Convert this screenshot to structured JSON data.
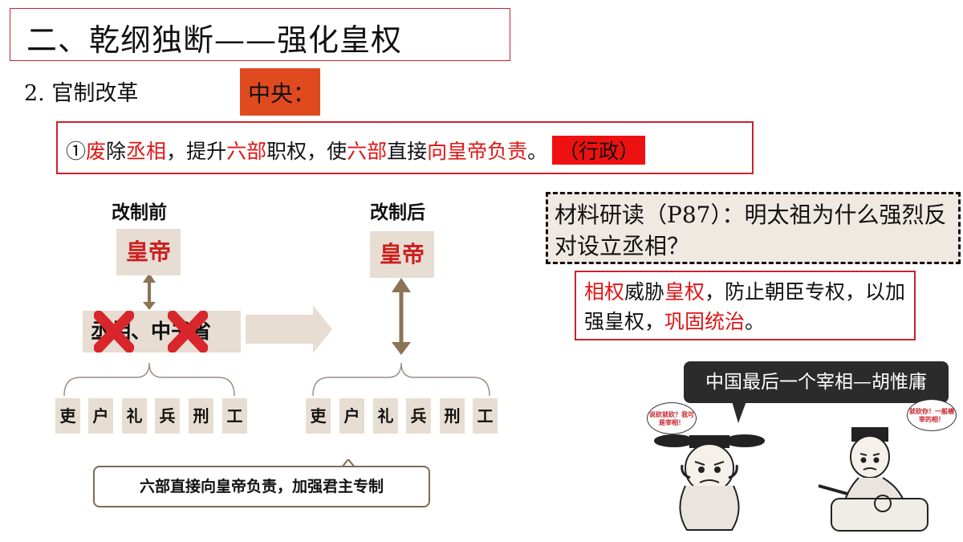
{
  "title": "二、乾纲独断——强化皇权",
  "subheading": "2. 官制改革",
  "center_tag": "中央：",
  "point": {
    "p1": "①",
    "p2": "废",
    "p3": "除",
    "p4": "丞相",
    "p5": "，提升",
    "p6": "六部",
    "p7": "职权，使",
    "p8": "六部",
    "p9": "直接",
    "p10": "向皇帝负责",
    "p11": "。",
    "tag": "（行政）"
  },
  "diagram": {
    "before_label": "改制前",
    "after_label": "改制后",
    "emperor": "皇帝",
    "chancellor": "丞相、中书省",
    "ministries": [
      "吏",
      "户",
      "礼",
      "兵",
      "刑",
      "工"
    ]
  },
  "note": "六部直接向皇帝负责，加强君主专制",
  "question": "材料研读（P87）：明太祖为什么强烈反对设立丞相？",
  "answer": {
    "a1": "相权",
    "a2": "威胁",
    "a3": "皇权",
    "a4": "，防止朝臣专权，以加强皇权，",
    "a5": "巩固统治",
    "a6": "。"
  },
  "cartoon": {
    "caption": "中国最后一个宰相—胡惟庸",
    "speech_left": "说砍就砍？我可是宰相！",
    "speech_right": "就砍你！一般横宰的相！"
  },
  "colors": {
    "accent_red": "#c8232c",
    "highlight_red": "#e01515",
    "tag_orange": "#e04a1f",
    "box_beige": "#e7ddd2",
    "arrow_brown": "#8b7355"
  }
}
